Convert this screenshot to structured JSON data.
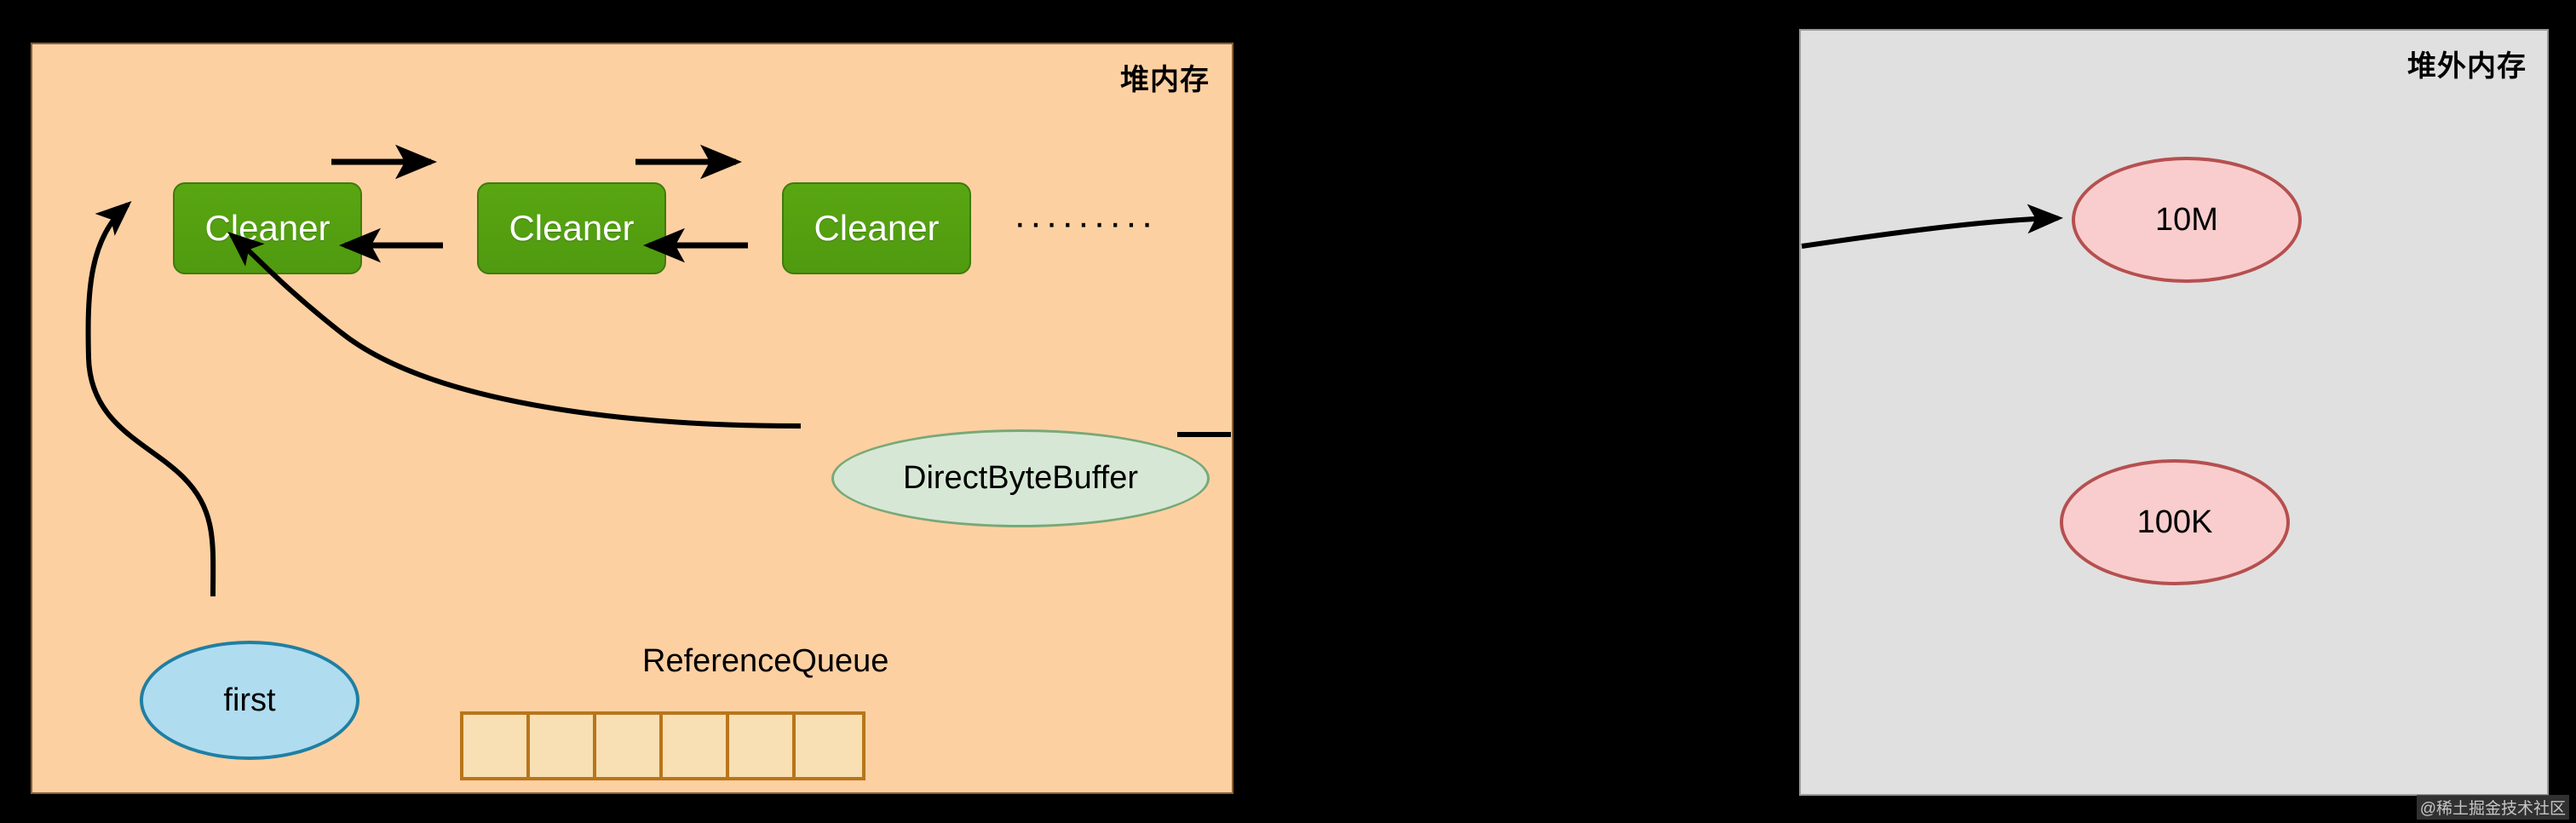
{
  "panels": {
    "heap": {
      "title": "堆内存",
      "bg_color": "#fdd0a2",
      "border_color": "#8a6036"
    },
    "offheap": {
      "title": "堆外内存",
      "bg_color": "#e0e0e0",
      "border_color": "#9a9a9a"
    }
  },
  "cleaners": [
    {
      "label": "Cleaner"
    },
    {
      "label": "Cleaner"
    },
    {
      "label": "Cleaner"
    }
  ],
  "ellipsis": "·········",
  "nodes": {
    "direct_byte_buffer": {
      "label": "DirectByteBuffer",
      "fill": "#d6e8d5",
      "stroke": "#79a878"
    },
    "first": {
      "label": "first",
      "fill": "#b0dcef",
      "stroke": "#1f7fa3"
    },
    "buffer_10m": {
      "label": "10M",
      "fill": "#f9cdcd",
      "stroke": "#b5504f"
    },
    "buffer_100k": {
      "label": "100K",
      "fill": "#f9cdcd",
      "stroke": "#b5504f"
    }
  },
  "reference_queue": {
    "label": "ReferenceQueue",
    "cell_count": 6,
    "cells": [
      "",
      "",
      "",
      "",
      "",
      ""
    ],
    "cell_fill": "#f8dfb4",
    "cell_stroke": "#b8751a"
  },
  "watermark": "@稀土掘金技术社区",
  "colors": {
    "cleaner_fill": "#59a612",
    "cleaner_stroke": "#3e7c0a",
    "cleaner_text": "#ffffff",
    "edge": "#000000",
    "background": "#000000"
  }
}
